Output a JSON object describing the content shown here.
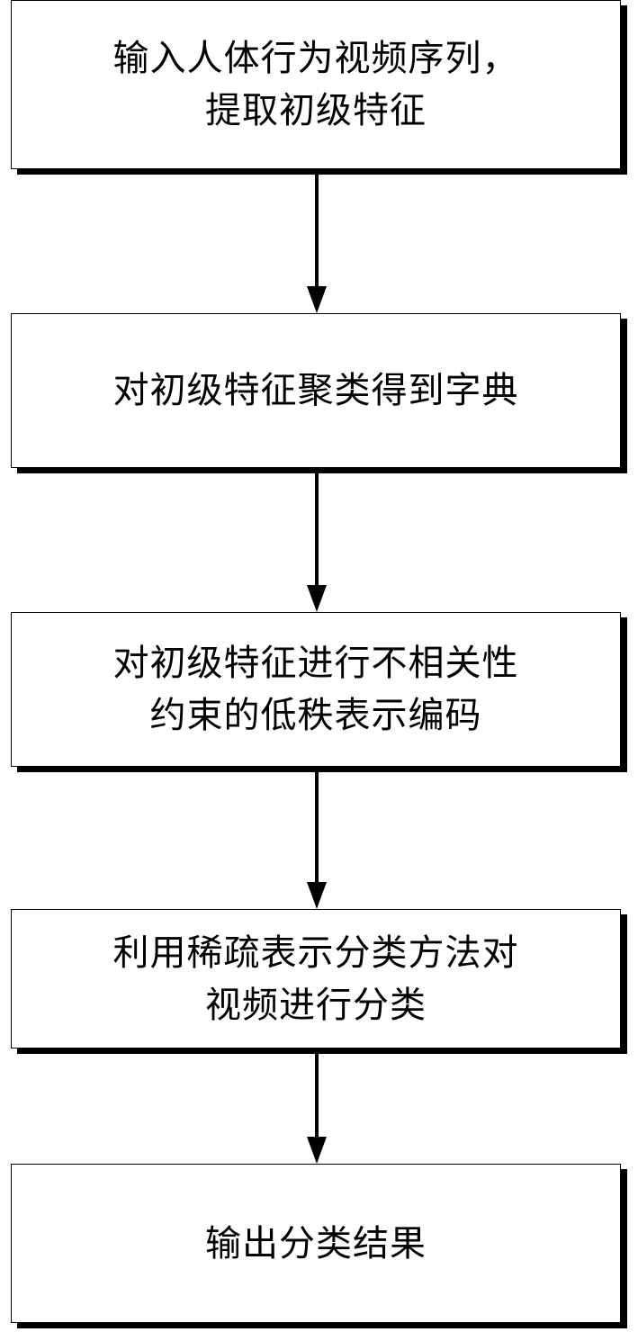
{
  "steps": [
    {
      "lines": [
        "输入人体行为视频序列，",
        "提取初级特征"
      ]
    },
    {
      "lines": [
        "对初级特征聚类得到字典"
      ]
    },
    {
      "lines": [
        "对初级特征进行不相关性",
        "约束的低秩表示编码"
      ]
    },
    {
      "lines": [
        "利用稀疏表示分类方法对",
        "视频进行分类"
      ]
    },
    {
      "lines": [
        "输出分类结果"
      ]
    }
  ]
}
